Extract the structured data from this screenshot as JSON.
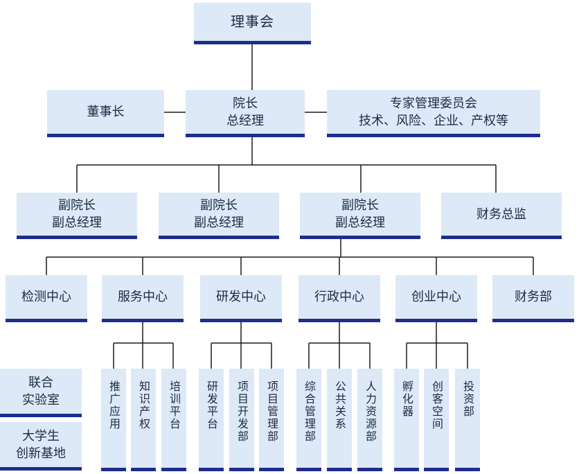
{
  "board": "理事会",
  "chairman": "董事长",
  "president": [
    "院长",
    "总经理"
  ],
  "experts": [
    "专家管理委员会",
    "技术、风险、企业、产权等"
  ],
  "vice": [
    [
      "副院长",
      "副总经理"
    ],
    [
      "副院长",
      "副总经理"
    ],
    [
      "副院长",
      "副总经理"
    ],
    [
      "财务总监"
    ]
  ],
  "centers": [
    "检测中心",
    "服务中心",
    "研发中心",
    "行政中心",
    "创业中心",
    "财务部"
  ],
  "left_units": [
    [
      "联合",
      "实验室"
    ],
    [
      "大学生",
      "创新基地"
    ]
  ],
  "service_units": [
    "推广应用",
    "知识产权",
    "培训平台"
  ],
  "rd_units": [
    "研发平台",
    "项目开发部",
    "项目管理部"
  ],
  "admin_units": [
    "综合管理部",
    "公共关系",
    "人力资源部"
  ],
  "startup_units": [
    "孵化器",
    "创客空间",
    "投资部"
  ]
}
